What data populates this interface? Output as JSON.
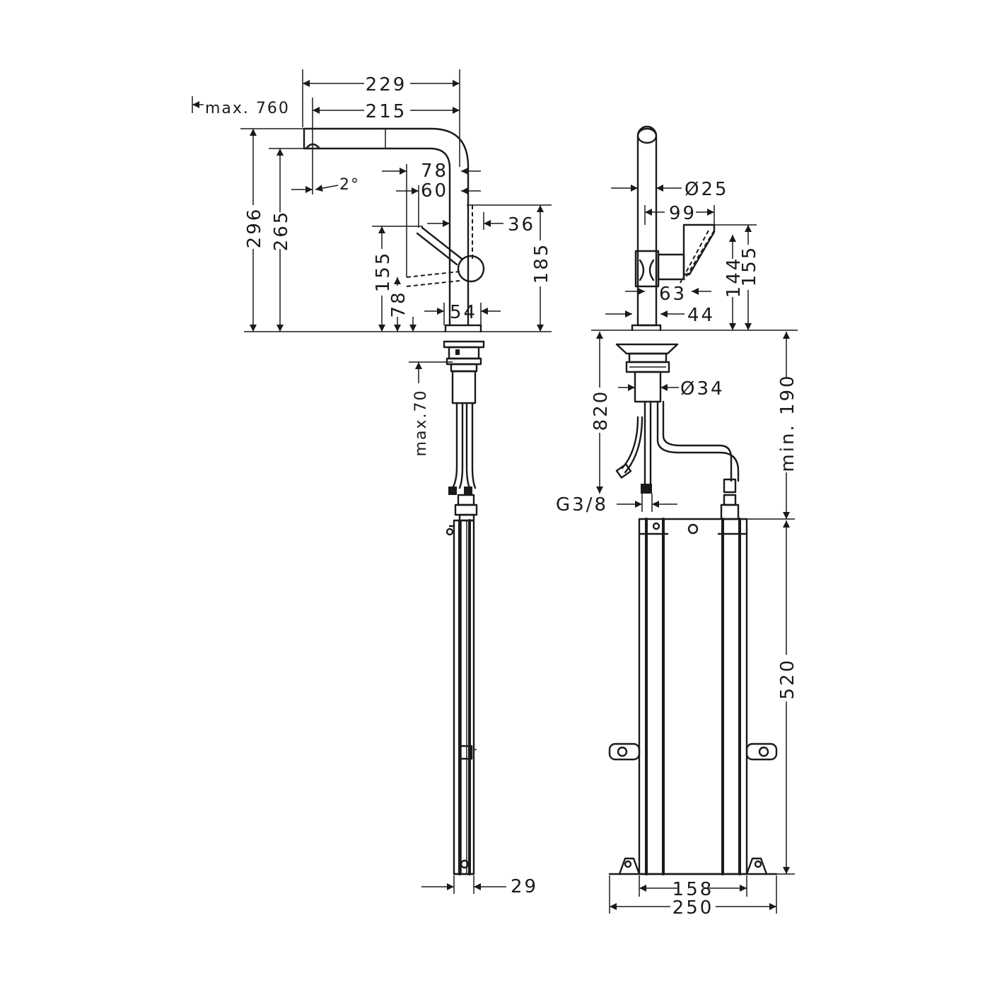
{
  "dimensions": {
    "w229": "229",
    "w215": "215",
    "max760": "max. 760",
    "h296": "296",
    "h265": "265",
    "angle": "2°",
    "d78": "78",
    "d60": "60",
    "d36": "36",
    "h155": "155",
    "h78": "78",
    "h185": "185",
    "d54": "54",
    "max70": "max.70",
    "d29": "29",
    "dia25": "Ø25",
    "d99": "99",
    "h144": "144",
    "h155b": "155",
    "d63": "63",
    "d44": "44",
    "dia34": "Ø34",
    "h820": "820",
    "min190": "min. 190",
    "thread": "G3/8",
    "h520": "520",
    "w158": "158",
    "w250": "250"
  }
}
